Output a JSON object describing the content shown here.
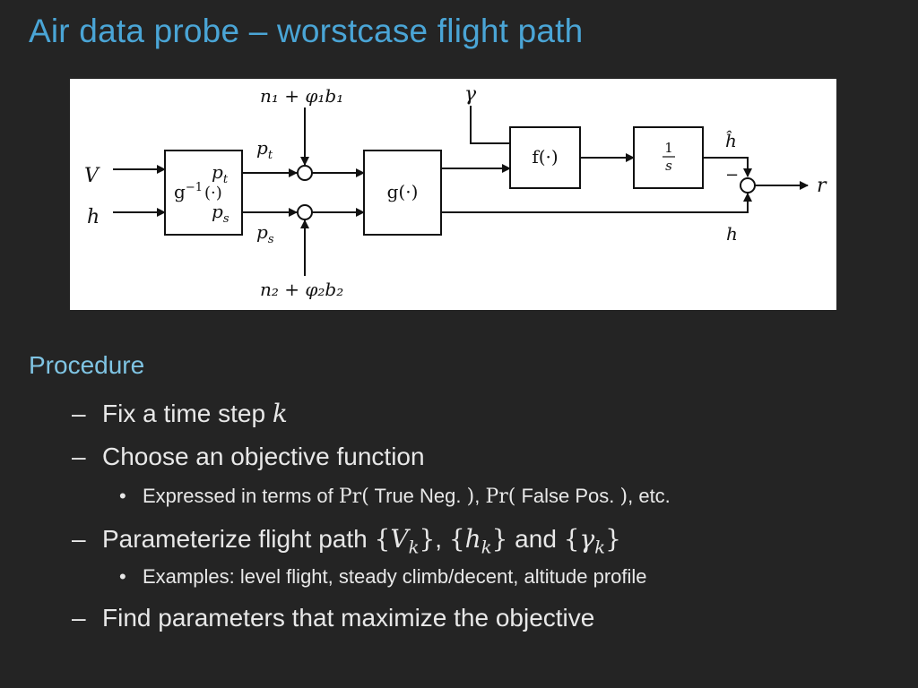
{
  "slide": {
    "title": "Air data probe – worstcase flight path"
  },
  "diagram": {
    "inputs": {
      "v": "V",
      "h": "h"
    },
    "inverse_block": {
      "base": "g",
      "sup": "−1",
      "arg": "(·)",
      "out_top": "p",
      "out_top_sub": "t",
      "out_bottom": "p",
      "out_bottom_sub": "s"
    },
    "wire_labels": {
      "pt": "p",
      "pt_sub": "t",
      "ps": "p",
      "ps_sub": "s"
    },
    "noise_top": "n₁ + φ₁b₁",
    "noise_bottom": "n₂ + φ₂b₂",
    "g_block": "g(·)",
    "gamma_input": "γ",
    "f_block": "f(·)",
    "integrator": {
      "num": "1",
      "den": "s"
    },
    "h_hat": "ĥ",
    "minus_sign": "−",
    "h_feedback": "h",
    "output": "r"
  },
  "content": {
    "heading": "Procedure",
    "items": [
      {
        "dash": "–",
        "text": "Fix a time step ",
        "math": "k"
      },
      {
        "dash": "–",
        "text": "Choose an objective function"
      },
      {
        "bullet": "•",
        "pre": "Expressed in terms of ",
        "pr1": "Pr(",
        "arg1": " True Neg. ",
        "close1": ")",
        "comma": ", ",
        "pr2": "Pr(",
        "arg2": " False Pos. ",
        "close2": ")",
        "post": ", etc."
      },
      {
        "dash": "–",
        "text": "Parameterize flight path ",
        "v": "V",
        "h": "h",
        "g": "γ",
        "k": "k",
        "and": " and "
      },
      {
        "bullet": "•",
        "text": "Examples:  level flight, steady climb/decent, altitude profile"
      },
      {
        "dash": "–",
        "text": "Find parameters that maximize the objective"
      }
    ]
  },
  "colors": {
    "background": "#242424",
    "title": "#4aa5d6",
    "heading": "#7fc4e3",
    "body_text": "#e8e8e8",
    "diagram_bg": "#ffffff",
    "diagram_ink": "#111111"
  }
}
